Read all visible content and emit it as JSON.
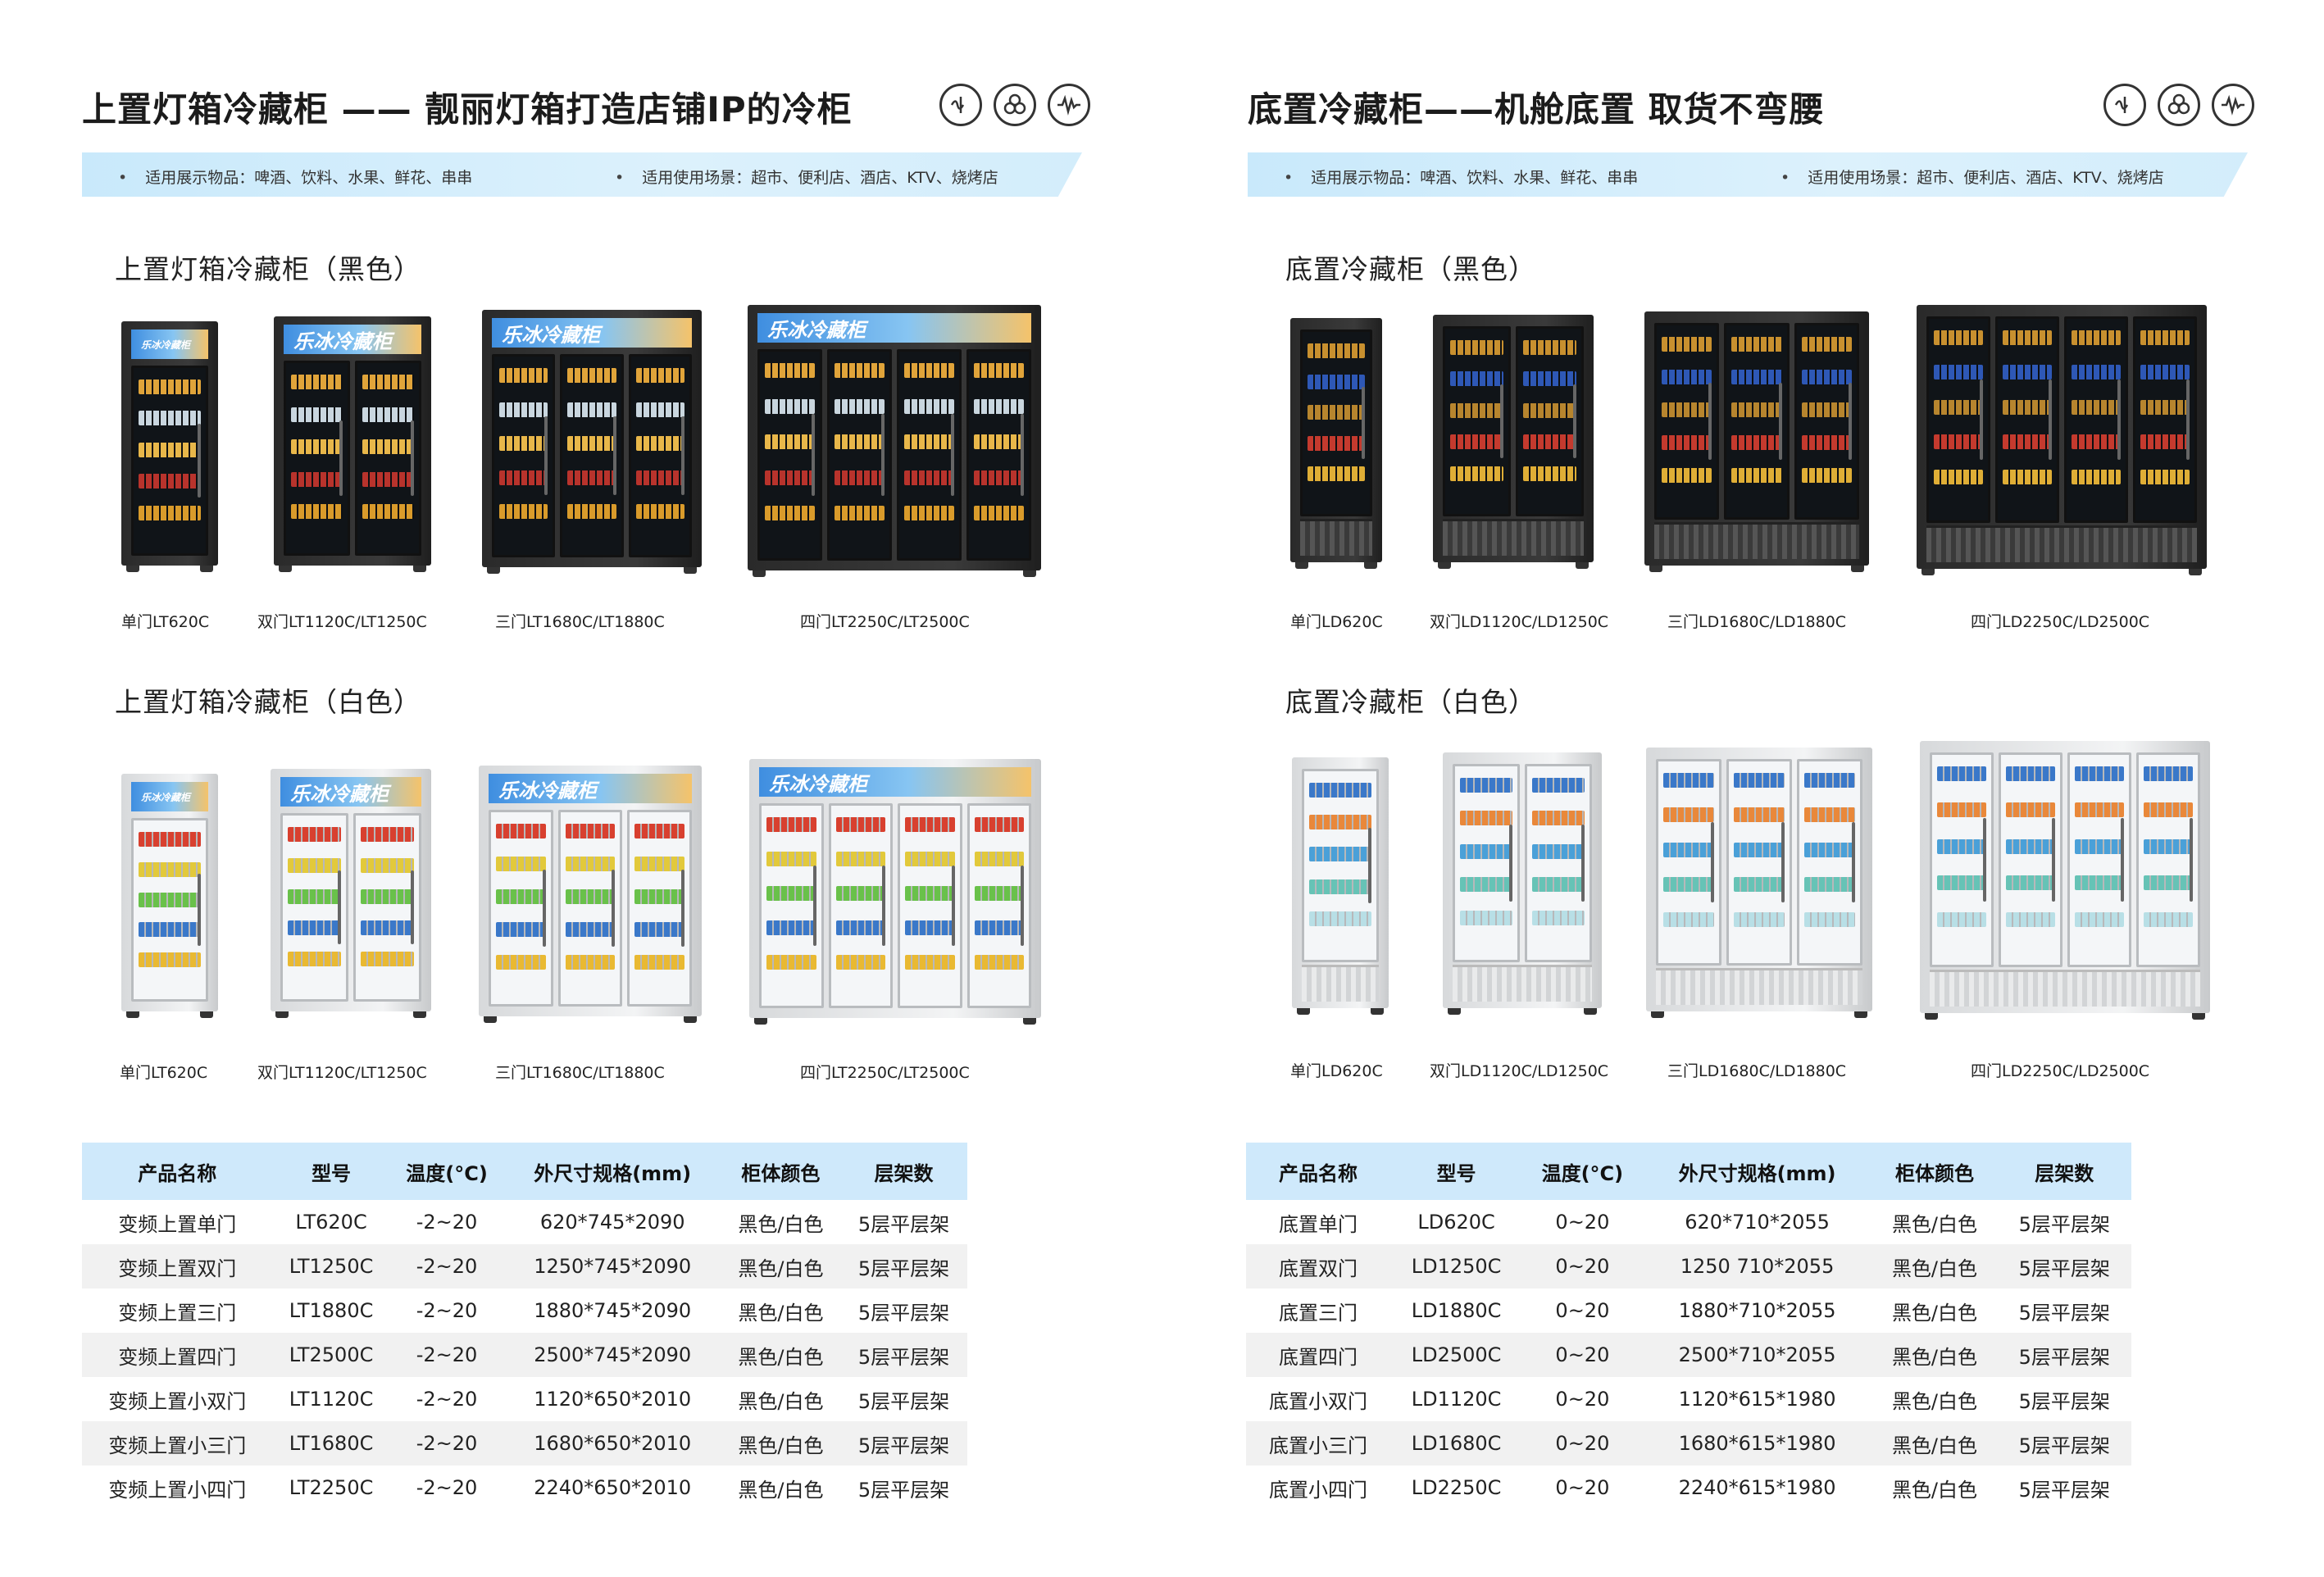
{
  "left": {
    "heading": "上置灯箱冷藏柜 —— 靓丽灯箱打造店铺IP的冷柜",
    "band_a": "适用展示物品：啤酒、饮料、水果、鲜花、串串",
    "band_b": "适用使用场景：超市、便利店、酒店、KTV、烧烤店",
    "black_title": "上置灯箱冷藏柜（黑色）",
    "white_title": "上置灯箱冷藏柜（白色）",
    "brand": "乐冰冷藏柜",
    "brand_small": "乐冰冷藏柜",
    "captions_black": [
      "单门LT620C",
      "双门LT1120C/LT1250C",
      "三门LT1680C/LT1880C",
      "四门LT2250C/LT2500C"
    ],
    "captions_white": [
      "单门LT620C",
      "双门LT1120C/LT1250C",
      "三门LT1680C/LT1880C",
      "四门LT2250C/LT2500C"
    ],
    "table": {
      "headers": [
        "产品名称",
        "型号",
        "温度(°C)",
        "外尺寸规格(mm)",
        "柜体颜色",
        "层架数"
      ],
      "rows": [
        [
          "变频上置单门",
          "LT620C",
          "-2~20",
          "620*745*2090",
          "黑色/白色",
          "5层平层架"
        ],
        [
          "变频上置双门",
          "LT1250C",
          "-2~20",
          "1250*745*2090",
          "黑色/白色",
          "5层平层架"
        ],
        [
          "变频上置三门",
          "LT1880C",
          "-2~20",
          "1880*745*2090",
          "黑色/白色",
          "5层平层架"
        ],
        [
          "变频上置四门",
          "LT2500C",
          "-2~20",
          "2500*745*2090",
          "黑色/白色",
          "5层平层架"
        ],
        [
          "变频上置小双门",
          "LT1120C",
          "-2~20",
          "1120*650*2010",
          "黑色/白色",
          "5层平层架"
        ],
        [
          "变频上置小三门",
          "LT1680C",
          "-2~20",
          "1680*650*2010",
          "黑色/白色",
          "5层平层架"
        ],
        [
          "变频上置小四门",
          "LT2250C",
          "-2~20",
          "2240*650*2010",
          "黑色/白色",
          "5层平层架"
        ]
      ]
    }
  },
  "right": {
    "heading": "底置冷藏柜——机舱底置 取货不弯腰",
    "band_a": "适用展示物品：啤酒、饮料、水果、鲜花、串串",
    "band_b": "适用使用场景：超市、便利店、酒店、KTV、烧烤店",
    "black_title": "底置冷藏柜（黑色）",
    "white_title": "底置冷藏柜（白色）",
    "captions_black": [
      "单门LD620C",
      "双门LD1120C/LD1250C",
      "三门LD1680C/LD1880C",
      "四门LD2250C/LD2500C"
    ],
    "captions_white": [
      "单门LD620C",
      "双门LD1120C/LD1250C",
      "三门LD1680C/LD1880C",
      "四门LD2250C/LD2500C"
    ],
    "table": {
      "headers": [
        "产品名称",
        "型号",
        "温度(°C)",
        "外尺寸规格(mm)",
        "柜体颜色",
        "层架数"
      ],
      "rows": [
        [
          "底置单门",
          "LD620C",
          "0~20",
          "620*710*2055",
          "黑色/白色",
          "5层平层架"
        ],
        [
          "底置双门",
          "LD1250C",
          "0~20",
          "1250 710*2055",
          "黑色/白色",
          "5层平层架"
        ],
        [
          "底置三门",
          "LD1880C",
          "0~20",
          "1880*710*2055",
          "黑色/白色",
          "5层平层架"
        ],
        [
          "底置四门",
          "LD2500C",
          "0~20",
          "2500*710*2055",
          "黑色/白色",
          "5层平层架"
        ],
        [
          "底置小双门",
          "LD1120C",
          "0~20",
          "1120*615*1980",
          "黑色/白色",
          "5层平层架"
        ],
        [
          "底置小三门",
          "LD1680C",
          "0~20",
          "1680*615*1980",
          "黑色/白色",
          "5层平层架"
        ],
        [
          "底置小四门",
          "LD2250C",
          "0~20",
          "2240*615*1980",
          "黑色/白色",
          "5层平层架"
        ]
      ]
    }
  },
  "icons": [
    "frequency-icon",
    "fan-icon",
    "wave-icon"
  ],
  "colors": {
    "band": "#cfe9fb",
    "table_header": "#cfe9fb",
    "row_alt": "#f1f1f1"
  }
}
